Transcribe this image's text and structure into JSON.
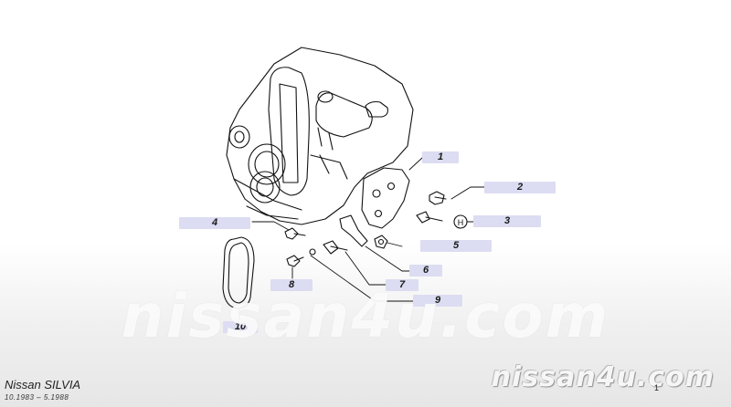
{
  "callouts": [
    {
      "id": "1",
      "label": "1"
    },
    {
      "id": "2",
      "label": "2"
    },
    {
      "id": "3",
      "label": "3"
    },
    {
      "id": "4",
      "label": "4"
    },
    {
      "id": "5",
      "label": "5"
    },
    {
      "id": "6",
      "label": "6"
    },
    {
      "id": "7",
      "label": "7"
    },
    {
      "id": "8",
      "label": "8"
    },
    {
      "id": "9",
      "label": "9"
    },
    {
      "id": "10",
      "label": "10"
    }
  ],
  "bolt_marker": "H",
  "watermark": "nissan4u.com",
  "brand_watermark": "nissan4u.com",
  "model": "Nissan SILVIA",
  "dates": "10.1983  –  5.1988",
  "page_number": "1"
}
